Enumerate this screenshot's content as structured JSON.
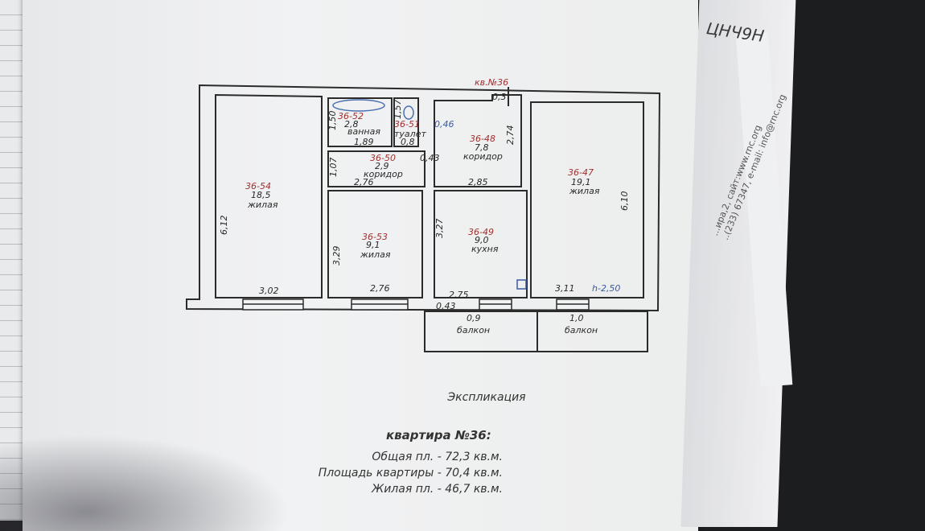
{
  "plan": {
    "apartment_tag": "кв.№36",
    "rooms": [
      {
        "id": "36-54",
        "area": "18,5",
        "name": "жилая"
      },
      {
        "id": "36-52",
        "area": "2,8",
        "name": "ванная"
      },
      {
        "id": "36-51",
        "area": "0,8",
        "name": "туалет"
      },
      {
        "id": "36-50",
        "area": "2,9",
        "name": "коридор"
      },
      {
        "id": "36-48",
        "area": "7,8",
        "name": "коридор"
      },
      {
        "id": "36-47",
        "area": "19,1",
        "name": "жилая"
      },
      {
        "id": "36-53",
        "area": "9,1",
        "name": "жилая"
      },
      {
        "id": "36-49",
        "area": "9,0",
        "name": "кухня"
      }
    ],
    "balconies": [
      {
        "area": "0,9",
        "name": "балкон"
      },
      {
        "area": "1,0",
        "name": "балкон"
      }
    ],
    "dimensions": {
      "d_0_3": "0,3",
      "d_1_50": "1,50",
      "d_1_89": "1,89",
      "d_1_57": "1,57",
      "d_2_74": "2,74",
      "d_0_43a": "0,43",
      "d_1_07": "1,07",
      "d_2_76a": "2,76",
      "d_2_85": "2,85",
      "d_6_12": "6,12",
      "d_6_10": "6,10",
      "d_3_29": "3,29",
      "d_3_27": "3,27",
      "d_3_02": "3,02",
      "d_2_76b": "2,76",
      "d_2_75": "2,75",
      "d_0_43b": "0,43",
      "d_3_11": "3,11",
      "height": "h-2,50",
      "d_0_46": "0,46"
    }
  },
  "explication": {
    "title": "Экспликация",
    "apartment": "квартира №36:",
    "total": "Общая пл. - 72,3 кв.м.",
    "apartment_area": "Площадь квартиры - 70,4 кв.м.",
    "living": "Жилая пл. - 46,7 кв.м."
  },
  "side_sheet": {
    "handwriting": "ЦНЧ9Н",
    "line1": "...ира,2, сайт:www.rnc.org",
    "line2": "..(233) 67347, e-mail: info@rnc.org"
  }
}
